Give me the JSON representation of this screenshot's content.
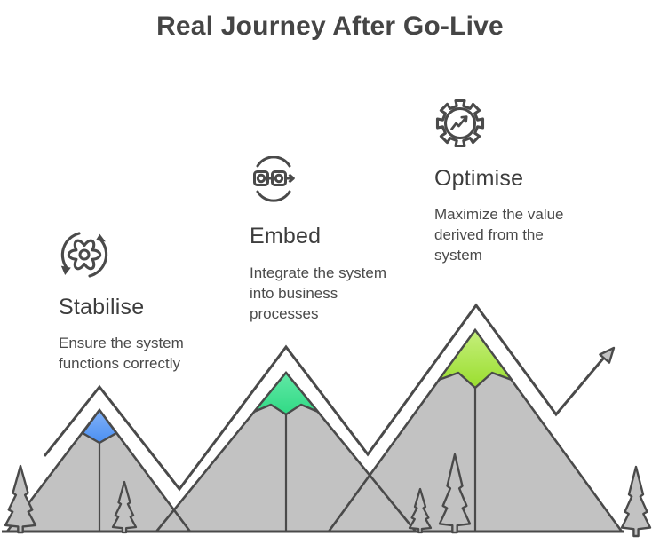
{
  "title": "Real Journey After Go-Live",
  "steps": [
    {
      "label": "Stabilise",
      "description": "Ensure the system functions correctly",
      "icon": "sync-gear-icon"
    },
    {
      "label": "Embed",
      "description": "Integrate the system into business processes",
      "icon": "pipeline-arrow-icon"
    },
    {
      "label": "Optimise",
      "description": "Maximize the value derived from the system",
      "icon": "gear-chart-icon"
    }
  ],
  "illustration": {
    "type": "three-mountain-journey",
    "peaks": [
      "Stabilise peak (blue cap)",
      "Embed peak (green cap)",
      "Optimise peak (lime cap)"
    ],
    "arrow": "ascending arrow after third peak"
  },
  "colors": {
    "outline": "#4a4a4a",
    "mountain_fill": "#c2c2c2",
    "peak1_top": "#83b2f7",
    "peak1_bottom": "#4a8ff2",
    "peak2_top": "#62e8a6",
    "peak2_bottom": "#30da85",
    "peak3_top": "#c6ef7d",
    "peak3_bottom": "#9ade2e",
    "title_text": "#454545",
    "heading_text": "#3d3d3d",
    "body_text": "#4a4a4a"
  }
}
